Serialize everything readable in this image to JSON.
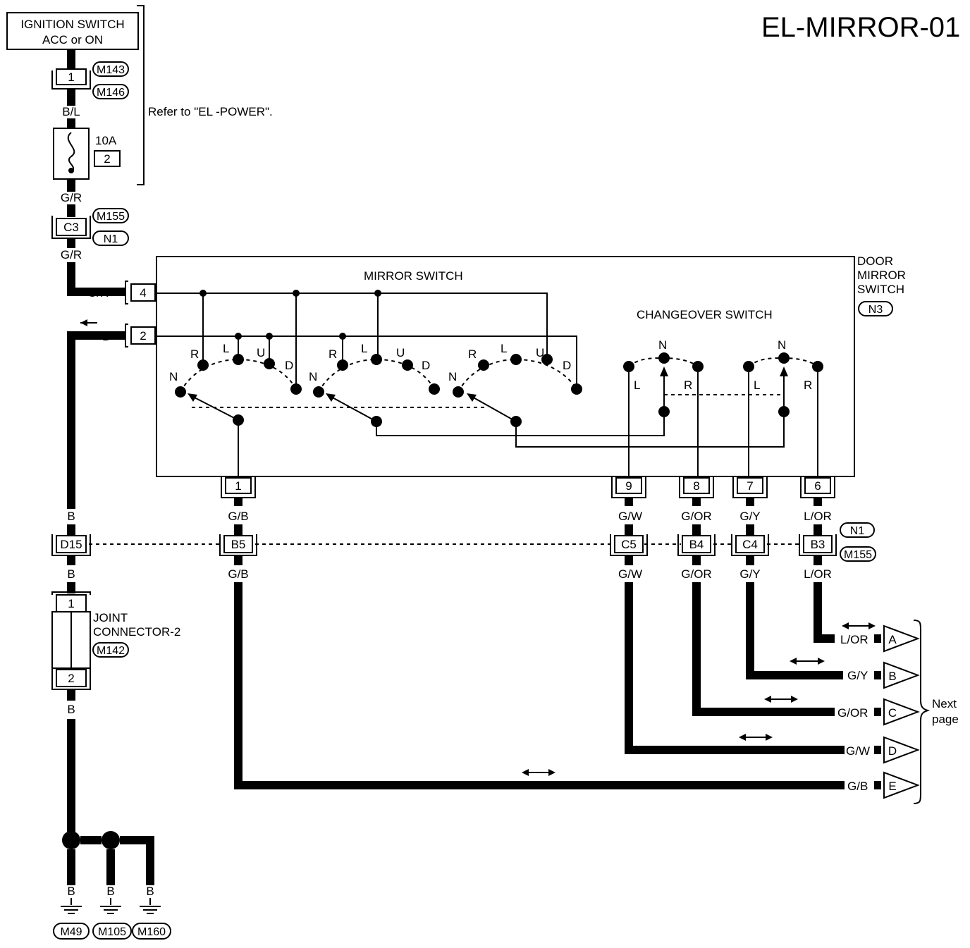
{
  "title": "EL-MIRROR-01",
  "ignition": {
    "line1": "IGNITION SWITCH",
    "line2": "ACC or ON"
  },
  "refer_note": "Refer to \"EL -POWER\".",
  "fuse": {
    "rating": "10A",
    "number": "2"
  },
  "door_mirror_switch": {
    "line1": "DOOR",
    "line2": "MIRROR",
    "line3": "SWITCH",
    "connector": "N3"
  },
  "mirror_switch_label": "MIRROR SWITCH",
  "changeover_label": "CHANGEOVER SWITCH",
  "joint_connector": {
    "line1": "JOINT",
    "line2": "CONNECTOR-2",
    "connector": "M142",
    "pin_top": "1",
    "pin_bottom": "2"
  },
  "next_page": {
    "line1": "Next",
    "line2": "page"
  },
  "connectors": {
    "ign_pin": "1",
    "m143": "M143",
    "m146": "M146",
    "c3": "C3",
    "m155_top": "M155",
    "n1_top": "N1",
    "pin4": "4",
    "pin2": "2",
    "pin1": "1",
    "pin9": "9",
    "pin8": "8",
    "pin7": "7",
    "pin6": "6",
    "d15": "D15",
    "b5": "B5",
    "c5": "C5",
    "b4": "B4",
    "c4": "C4",
    "b3": "B3",
    "n1_mid": "N1",
    "m155_mid": "M155",
    "grounds": [
      "M49",
      "M105",
      "M160"
    ]
  },
  "wire_colors": {
    "bl": "B/L",
    "gr1": "G/R",
    "gr2": "G/R",
    "gr_in": "G/R",
    "b_in": "B",
    "b_left_upper": "B",
    "b_left_lower": "B",
    "b_joint_out": "B",
    "gb_upper": "G/B",
    "gb_lower": "G/B",
    "gw_upper": "G/W",
    "gw_lower": "G/W",
    "gor_upper": "G/OR",
    "gor_lower": "G/OR",
    "gy_upper": "G/Y",
    "gy_lower": "G/Y",
    "lor_upper": "L/OR",
    "lor_lower": "L/OR",
    "ground_b": [
      "B",
      "B",
      "B"
    ]
  },
  "mirror_contacts": {
    "left": [
      "N",
      "R",
      "L",
      "U",
      "D"
    ],
    "middle": [
      "N",
      "R",
      "L",
      "U",
      "D"
    ],
    "right": [
      "N",
      "R",
      "L",
      "U",
      "D"
    ]
  },
  "changeover_contacts": {
    "sw1": [
      "N",
      "L",
      "R"
    ],
    "sw2": [
      "N",
      "L",
      "R"
    ]
  },
  "outputs": [
    {
      "wire": "L/OR",
      "letter": "A"
    },
    {
      "wire": "G/Y",
      "letter": "B"
    },
    {
      "wire": "G/OR",
      "letter": "C"
    },
    {
      "wire": "G/W",
      "letter": "D"
    },
    {
      "wire": "G/B",
      "letter": "E"
    }
  ]
}
